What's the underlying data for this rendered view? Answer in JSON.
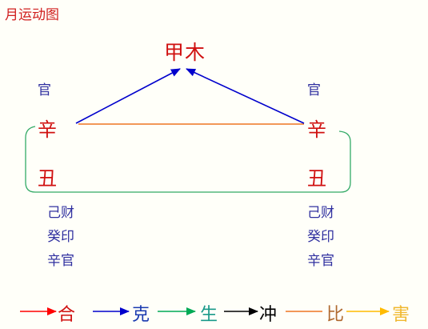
{
  "title": "月运动图",
  "center_element": "甲木",
  "left_pillar": {
    "god": "官",
    "stem": "辛",
    "branch": "丑",
    "hidden": [
      "己财",
      "癸印",
      "辛官"
    ]
  },
  "right_pillar": {
    "god": "官",
    "stem": "辛",
    "branch": "丑",
    "hidden": [
      "己财",
      "癸印",
      "辛官"
    ]
  },
  "legend": [
    {
      "label": "合",
      "color": "#ff0000"
    },
    {
      "label": "克",
      "color": "#0000cc"
    },
    {
      "label": "生",
      "color": "#00aa55"
    },
    {
      "label": "冲",
      "color": "#000000"
    },
    {
      "label": "比",
      "color": "#ee7722"
    },
    {
      "label": "害",
      "color": "#ffbb00"
    }
  ],
  "relations": {
    "stem_to_center": "#0000cc",
    "stem_to_stem": "#ee7722",
    "branch_bracket": "#33aa66"
  }
}
